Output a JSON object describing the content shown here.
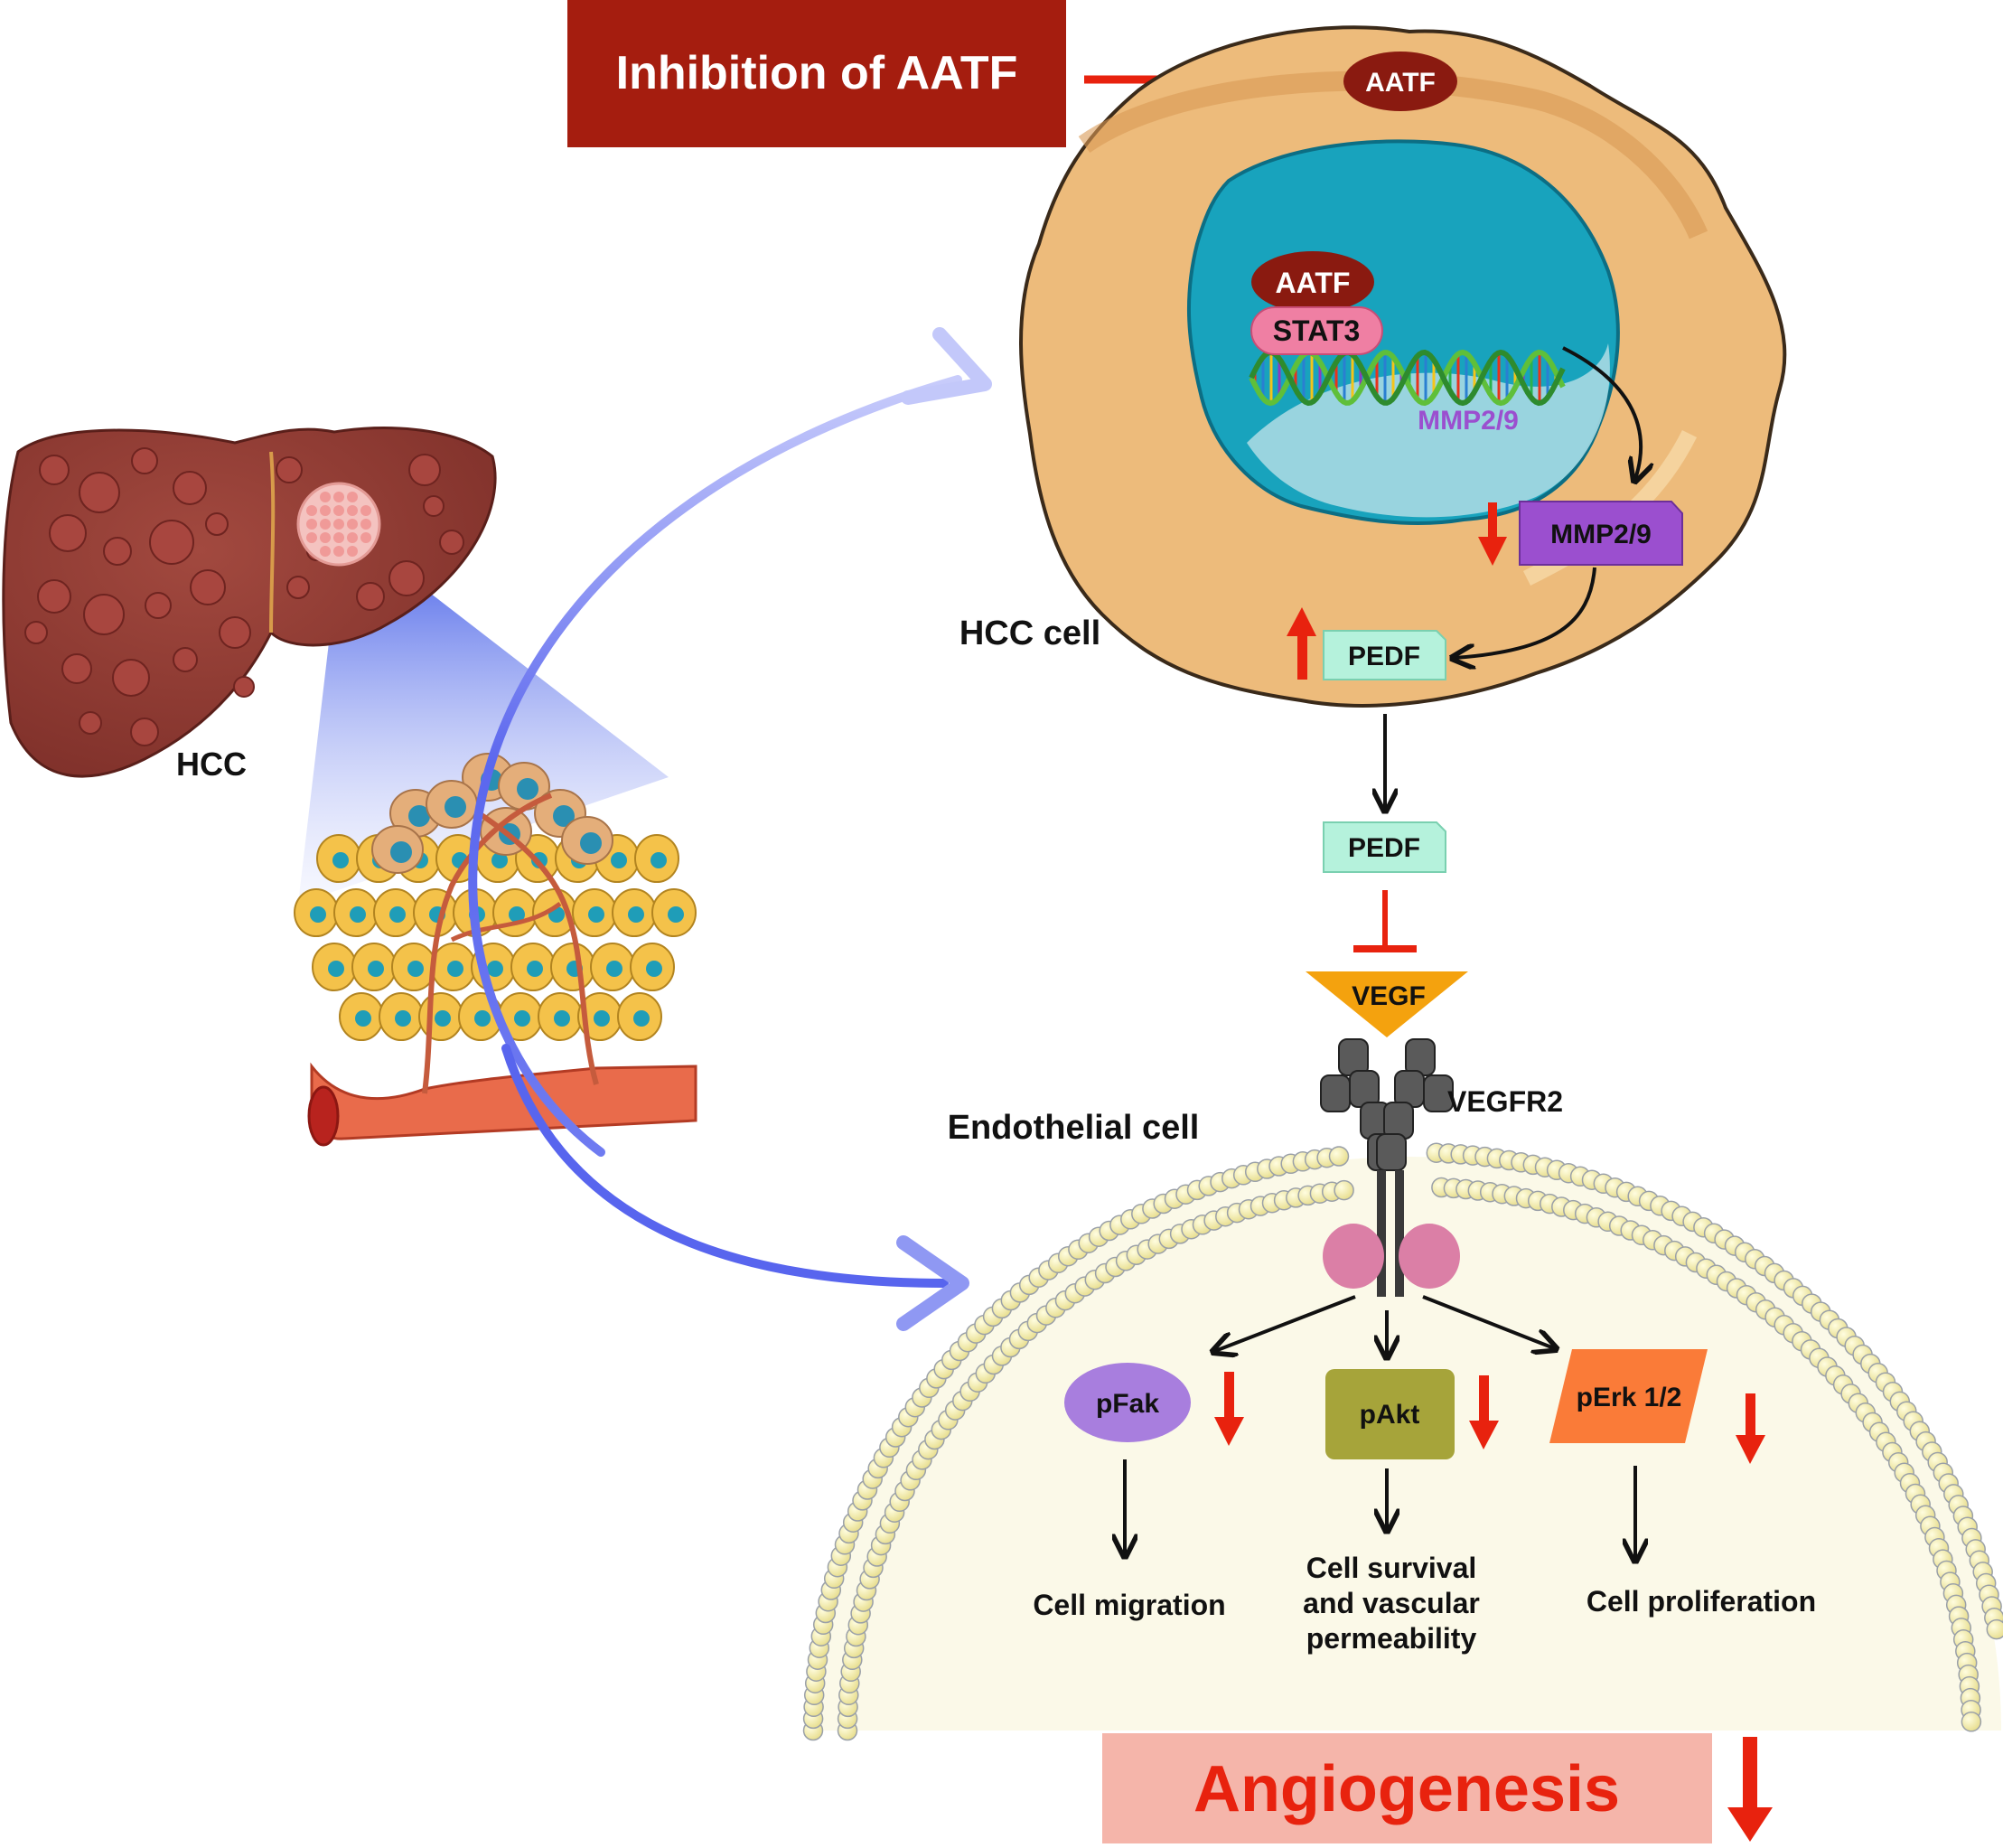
{
  "inhibition": {
    "label": "Inhibition of AATF"
  },
  "hcc_cell": {
    "label": "HCC cell",
    "cyto_protein": "AATF",
    "nuclear_proteins": {
      "aatf": "AATF",
      "stat3": "STAT3"
    },
    "gene_label": "MMP2/9",
    "protein_mmp": "MMP2/9",
    "pedf_inside": "PEDF"
  },
  "liver": {
    "label": "HCC"
  },
  "secreted": {
    "pedf": "PEDF"
  },
  "receptor": {
    "ligand": "VEGF",
    "receptor": "VEGFR2"
  },
  "endothelial": {
    "label": "Endothelial cell",
    "kinases": [
      "pFak",
      "pAkt",
      "pErk 1/2"
    ],
    "outcomes": {
      "migration": "Cell migration",
      "survival": [
        "Cell survival",
        "and vascular",
        "permeability"
      ],
      "proliferation": "Cell proliferation"
    }
  },
  "result": {
    "label": "Angiogenesis"
  },
  "colors": {
    "inhibit_red": "#e8220e",
    "banner_dark_red": "#a51d0f",
    "hcc_cytoplasm": "#edbb7b",
    "nucleus": "#18a3bd",
    "aatf": "#8a1a10",
    "stat3": "#ef7fa3",
    "mmp": "#9b4fcf",
    "pedf": "#b5f2dc",
    "vegf": "#f4a20e",
    "pfak": "#a87ede",
    "pakt": "#a6a43a",
    "perk": "#fa7b38",
    "angio_bg": "#f5b5aa",
    "membrane_bead": "#f8f3b6",
    "cytosol": "#fbf9e8"
  }
}
